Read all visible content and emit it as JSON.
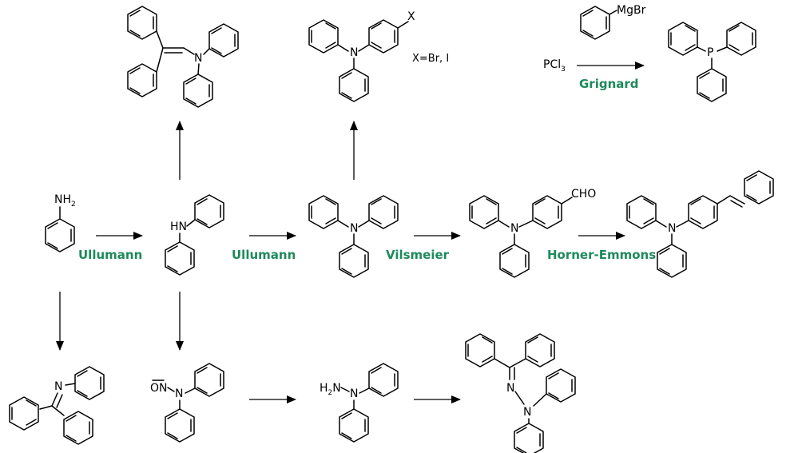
{
  "reactions": {
    "ullmann_1": "Ullumann",
    "ullmann_2": "Ullumann",
    "vilsmeier": "Vilsmeier",
    "horner": "Horner-Emmons",
    "grignard": "Grignard"
  },
  "labels": {
    "nh2_N": "NH",
    "nh2_sub": "2",
    "hn": "HN",
    "n": "N",
    "x": "X",
    "x_note": "X=Br, I",
    "cho": "CHO",
    "mgbr": "MgBr",
    "pcl3_a": "PCl",
    "pcl3_sub": "3",
    "p": "P",
    "no_on": "ON",
    "h2n_a": "H",
    "h2n_sub": "2",
    "h2n_b": "N",
    "n_hydrazone_1": "N",
    "n_hydrazone_2": "N",
    "n_imine": "N"
  },
  "colors": {
    "reaction_label": "#1d8a5a",
    "bond": "#000000"
  }
}
